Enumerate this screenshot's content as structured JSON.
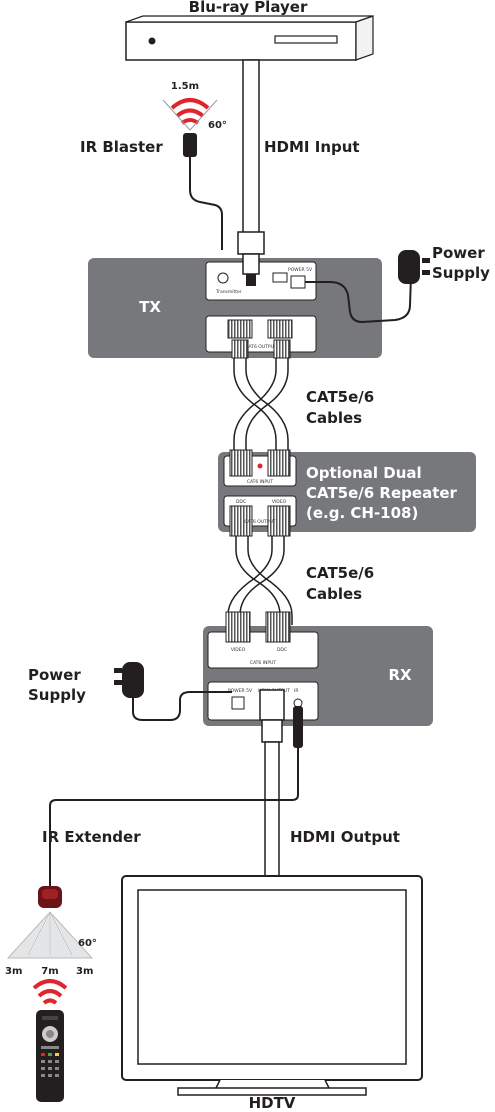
{
  "devices": {
    "source": "Blu-ray Player",
    "display": "HDTV",
    "tx": "TX",
    "rx": "RX",
    "repeater": [
      "Optional Dual",
      "CAT5e/6 Repeater",
      "(e.g. CH-108)"
    ]
  },
  "cables": {
    "hdmi_input": "HDMI Input",
    "hdmi_output": "HDMI Output",
    "cat_upper": [
      "CAT5e/6",
      "Cables"
    ],
    "cat_lower": [
      "CAT5e/6",
      "Cables"
    ]
  },
  "ir": {
    "blaster": "IR Blaster",
    "blaster_range": "1.5m",
    "blaster_angle": "60°",
    "extender": "IR Extender",
    "extender_angle": "60°",
    "extender_left": "3m",
    "extender_center": "7m",
    "extender_right": "3m"
  },
  "power": {
    "tx_supply": [
      "Power",
      "Supply"
    ],
    "rx_supply": [
      "Power",
      "Supply"
    ]
  },
  "panel_text": {
    "tx_transmitter": "Transmitter",
    "tx_power": "POWER 5V",
    "tx_cat_output": "CAT6 OUTPUT",
    "rep_cat_input": "CAT6 INPUT",
    "rep_ddc": "DDC",
    "rep_video": "VIDEO",
    "rep_cat_output": "CAT6 OUTPUT",
    "rx_video": "VIDEO",
    "rx_ddc": "DDC",
    "rx_cat_input": "CAT6 INPUT",
    "rx_power": "POWER 5V",
    "rx_hdmi_output": "HDMI OUTPUT",
    "rx_ir": "IR"
  }
}
